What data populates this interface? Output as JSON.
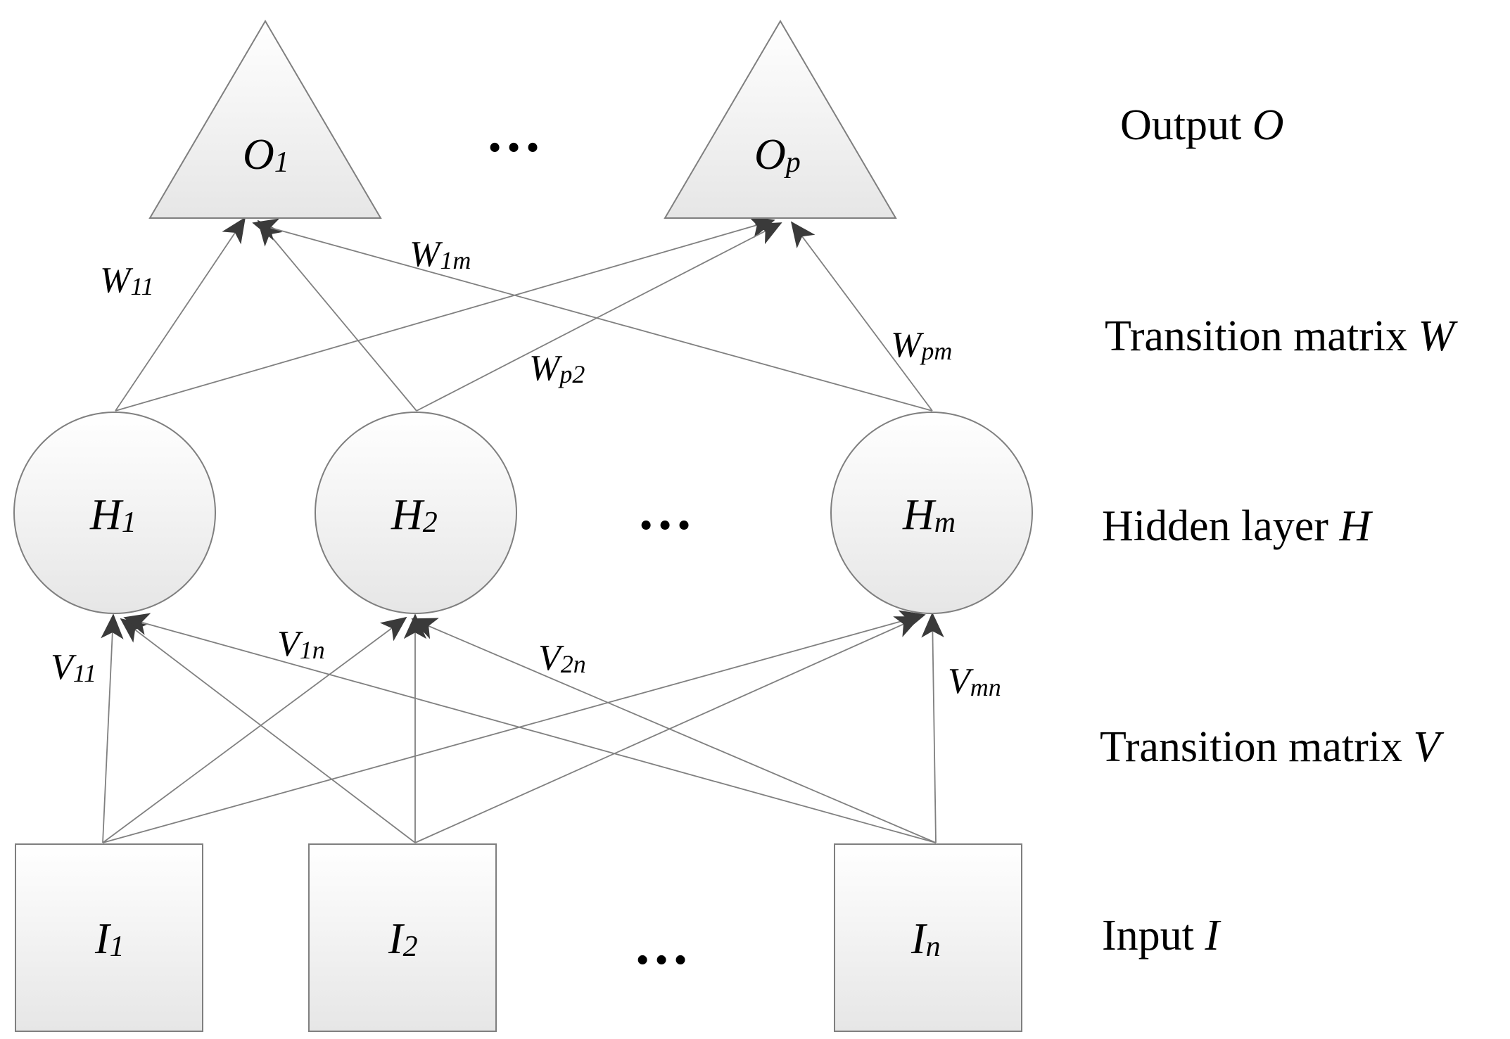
{
  "colors": {
    "node_fill_top": "#ffffff",
    "node_fill_bottom": "#e6e6e6",
    "node_stroke": "#7f7f7f",
    "edge": "#808080",
    "arrowhead": "#3a3a3a",
    "text": "#000000"
  },
  "layers": {
    "output": {
      "text": "Output ",
      "var": "O"
    },
    "transition_w": {
      "text": "Transition matrix ",
      "var": "W"
    },
    "hidden": {
      "text": "Hidden layer ",
      "var": "H"
    },
    "transition_v": {
      "text": "Transition matrix ",
      "var": "V"
    },
    "input": {
      "text": "Input ",
      "var": "I"
    }
  },
  "nodes": {
    "output": [
      {
        "main": "O",
        "sub": "1"
      },
      {
        "main": "O",
        "sub": "p"
      }
    ],
    "hidden": [
      {
        "main": "H",
        "sub": "1"
      },
      {
        "main": "H",
        "sub": "2"
      },
      {
        "main": "H",
        "sub": "m"
      }
    ],
    "input": [
      {
        "main": "I",
        "sub": "1"
      },
      {
        "main": "I",
        "sub": "2"
      },
      {
        "main": "I",
        "sub": "n"
      }
    ]
  },
  "weights": {
    "w11": {
      "main": "W",
      "sub": "11"
    },
    "w1m": {
      "main": "W",
      "sub": "1m"
    },
    "wp2": {
      "main": "W",
      "sub": "p2"
    },
    "wpm": {
      "main": "W",
      "sub": "pm"
    },
    "v11": {
      "main": "V",
      "sub": "11"
    },
    "v1n": {
      "main": "V",
      "sub": "1n"
    },
    "v2n": {
      "main": "V",
      "sub": "2n"
    },
    "vmn": {
      "main": "V",
      "sub": "mn"
    }
  },
  "ellipsis": "…"
}
